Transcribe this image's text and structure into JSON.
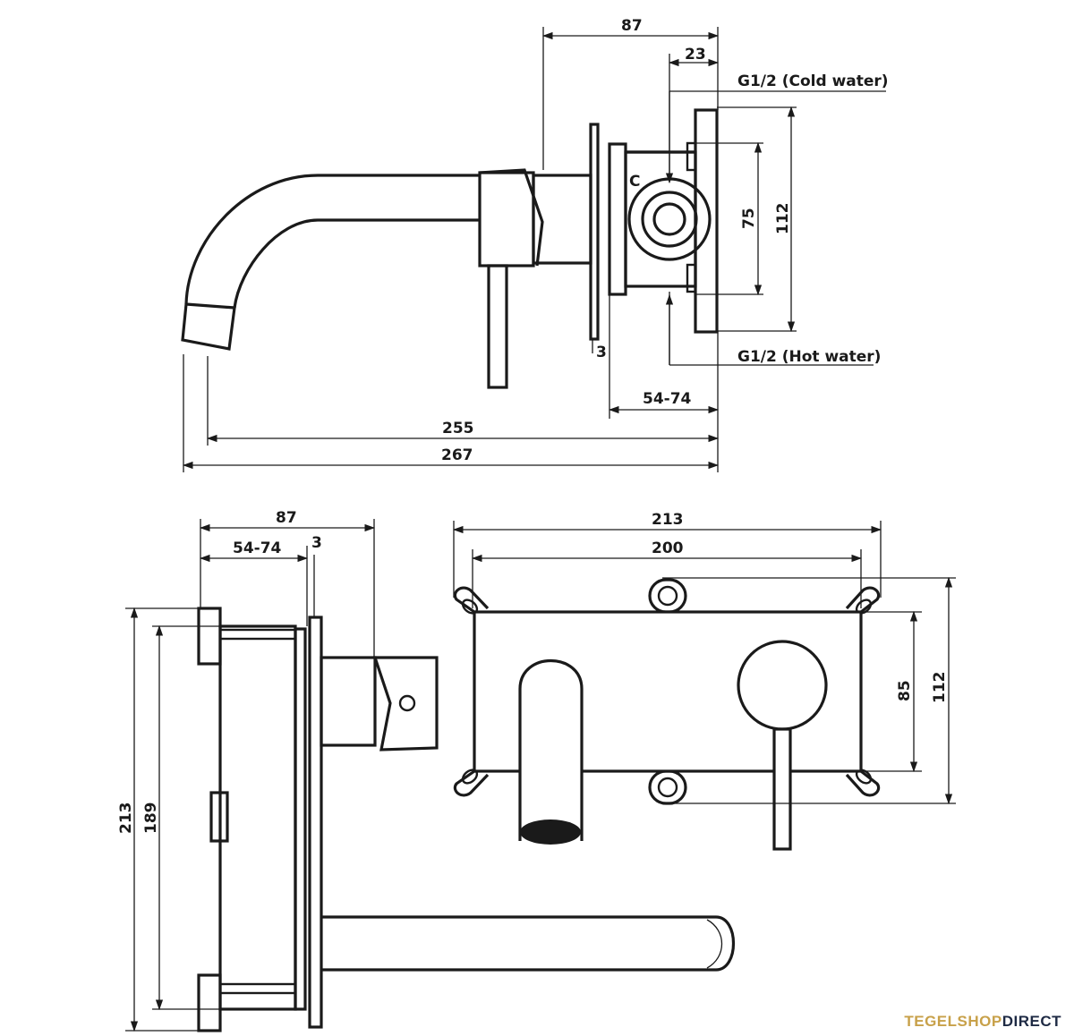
{
  "side_view": {
    "dim_depth": "87",
    "dim_inlet_offset": "23",
    "label_cold": "G1/2 (Cold water)",
    "label_hot": "G1/2 (Hot water)",
    "mark_c": "C",
    "dim_inlet_spacing": "75",
    "dim_height": "112",
    "dim_plate": "3",
    "dim_wall_depth": "54-74",
    "dim_spout_reach": "255",
    "dim_total_length": "267"
  },
  "top_view": {
    "dim_depth": "87",
    "dim_plate": "3",
    "dim_wall_depth": "54-74",
    "dim_outer": "213",
    "dim_inner": "189"
  },
  "front_view": {
    "dim_width_outer": "213",
    "dim_width_inner": "200",
    "dim_plate_height": "85",
    "dim_height": "112"
  },
  "brand": {
    "part1": "TEGELSHOP",
    "part2": "DIRECT"
  }
}
